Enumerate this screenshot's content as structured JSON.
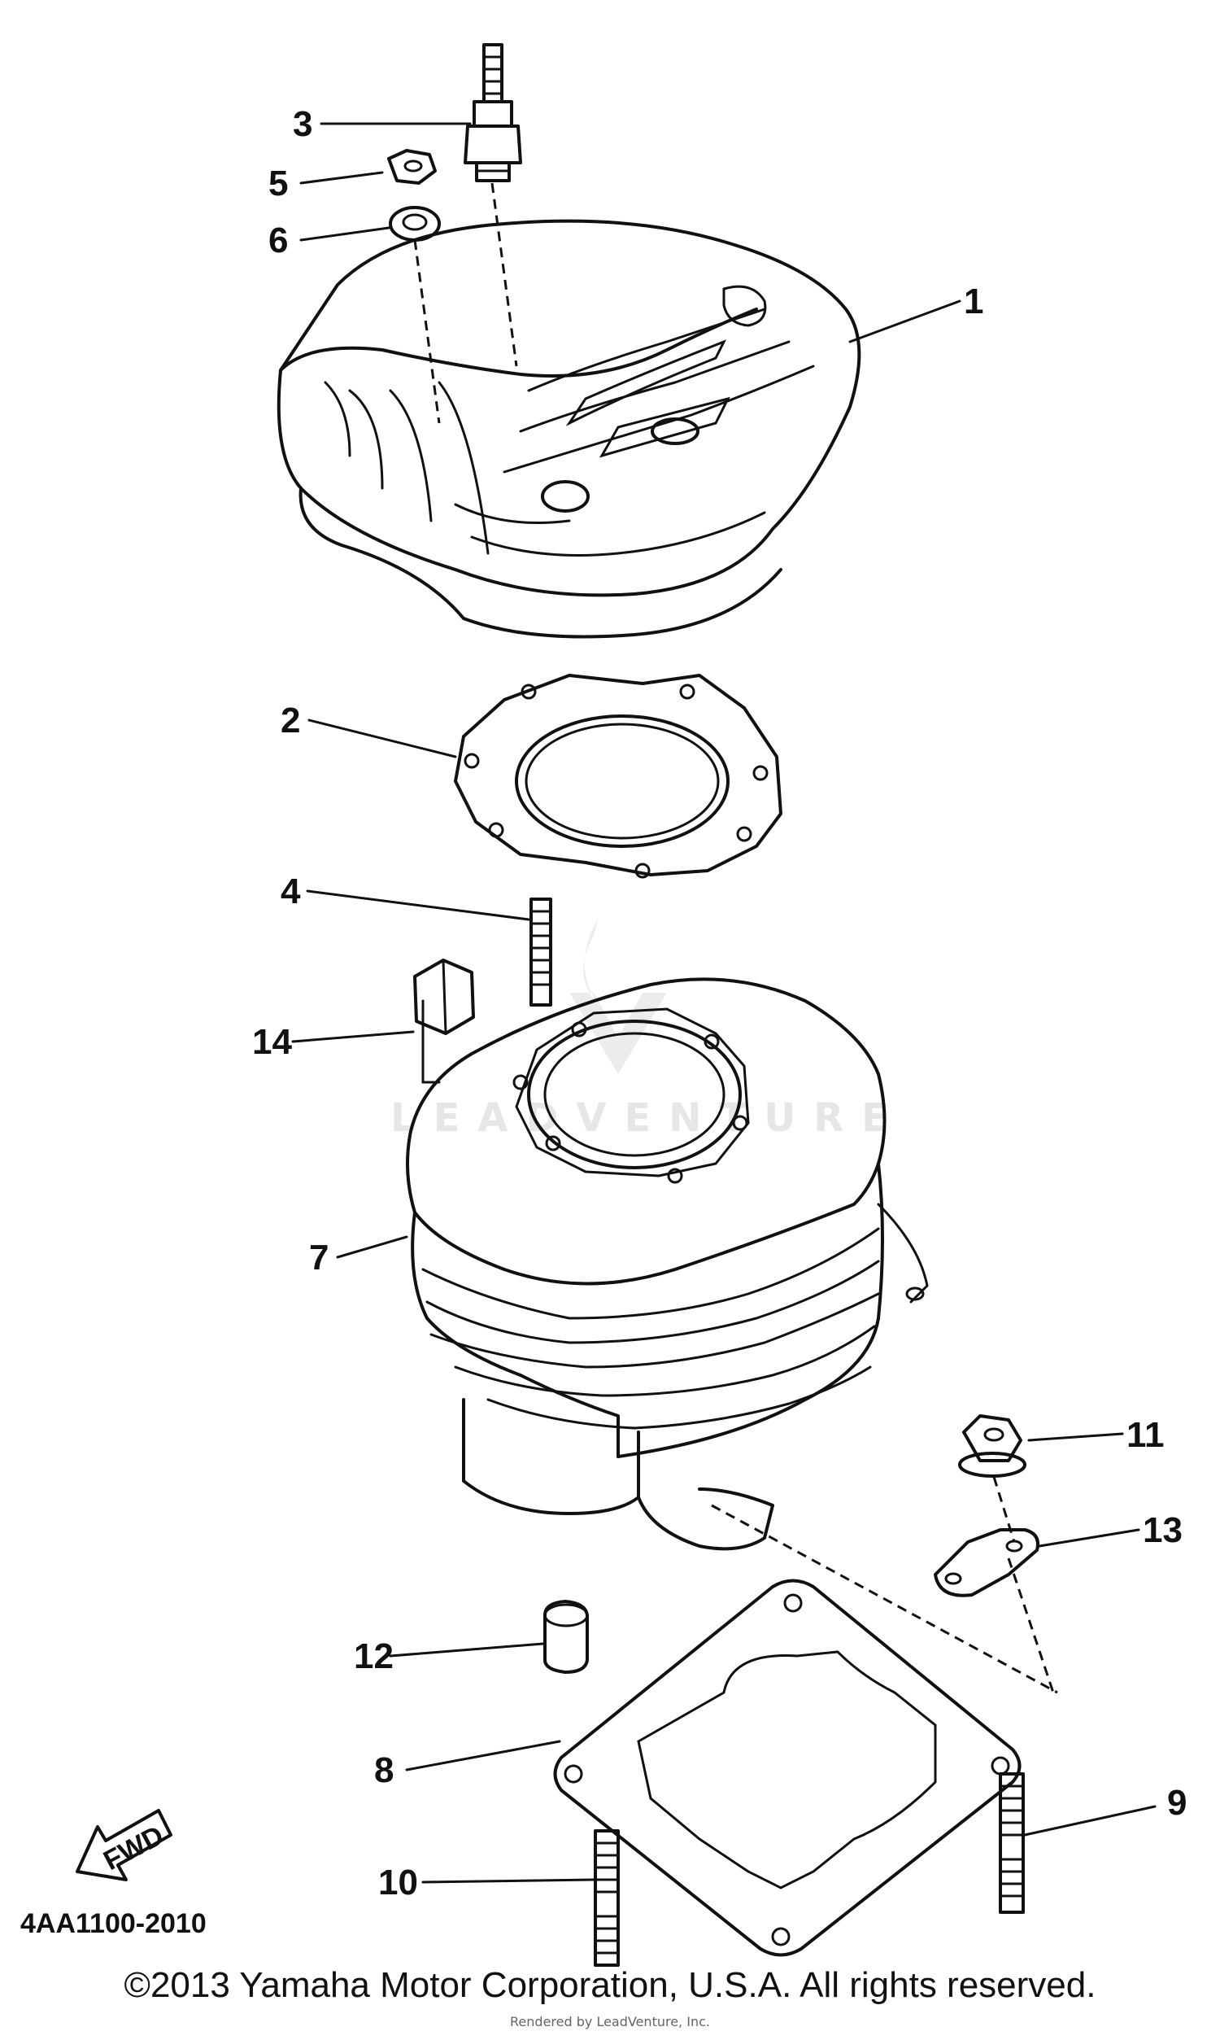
{
  "diagram": {
    "callouts": [
      {
        "id": "1",
        "label": "1"
      },
      {
        "id": "2",
        "label": "2"
      },
      {
        "id": "3",
        "label": "3"
      },
      {
        "id": "4",
        "label": "4"
      },
      {
        "id": "5",
        "label": "5"
      },
      {
        "id": "6",
        "label": "6"
      },
      {
        "id": "7",
        "label": "7"
      },
      {
        "id": "8",
        "label": "8"
      },
      {
        "id": "9",
        "label": "9"
      },
      {
        "id": "10",
        "label": "10"
      },
      {
        "id": "11",
        "label": "11"
      },
      {
        "id": "12",
        "label": "12"
      },
      {
        "id": "13",
        "label": "13"
      },
      {
        "id": "14",
        "label": "14"
      }
    ],
    "fwd_label": "FWD",
    "diagram_code": "4AA1100-2010",
    "watermark": "LEADVENTURE"
  },
  "footer": {
    "copyright": "©2013 Yamaha Motor Corporation, U.S.A. All rights reserved.",
    "rendered_by": "Rendered by LeadVenture, Inc."
  }
}
